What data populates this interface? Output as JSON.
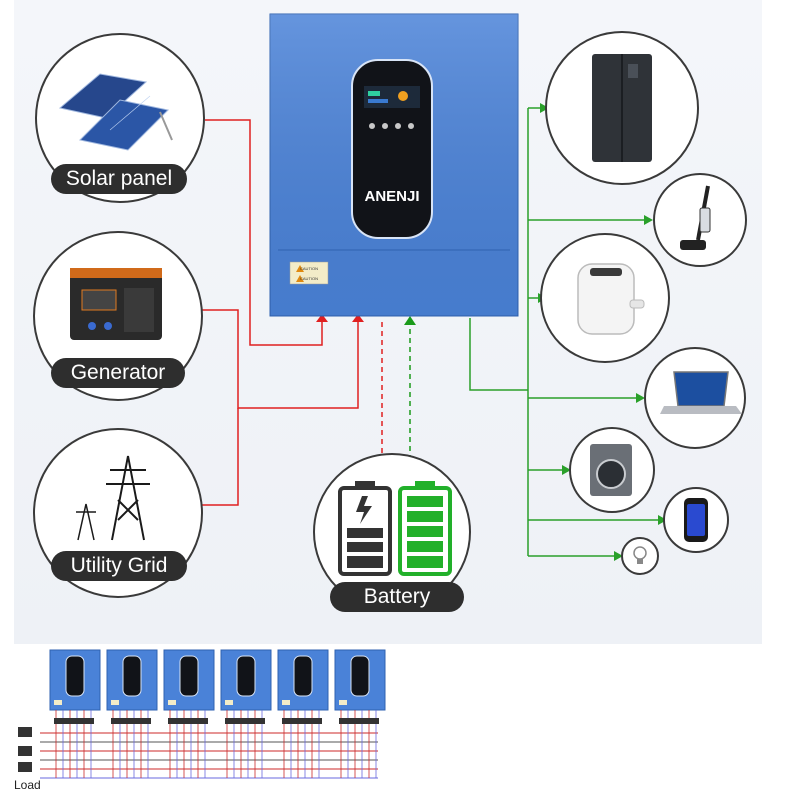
{
  "sources": [
    {
      "id": "solar",
      "label": "Solar panel",
      "icon": "solar-panel-icon"
    },
    {
      "id": "generator",
      "label": "Generator",
      "icon": "generator-icon"
    },
    {
      "id": "grid",
      "label": "Utility Grid",
      "icon": "power-tower-icon"
    }
  ],
  "inverter": {
    "brand": "ANENJI",
    "caution_label_1": "CAUTION",
    "caution_label_2": "CAUTION",
    "color": "#4a82d8"
  },
  "battery": {
    "label": "Battery",
    "icons": [
      "battery-charging-icon",
      "battery-full-icon"
    ]
  },
  "loads": [
    {
      "icon": "refrigerator-icon"
    },
    {
      "icon": "wet-dry-vacuum-icon"
    },
    {
      "icon": "air-fryer-icon"
    },
    {
      "icon": "laptop-icon"
    },
    {
      "icon": "washing-machine-icon"
    },
    {
      "icon": "smartphone-icon"
    },
    {
      "icon": "light-bulb-icon"
    }
  ],
  "parallel": {
    "unit_count": 6,
    "load_label": "Load",
    "legend_icons": [
      "battery-icon",
      "tower-icon",
      "plug-icon"
    ]
  },
  "colors": {
    "input_line": "#e02020",
    "output_line": "#2aa02a",
    "battery_line": "#1a9a1a",
    "inverter": "#4a82d8",
    "pill": "#2e2e2e"
  }
}
